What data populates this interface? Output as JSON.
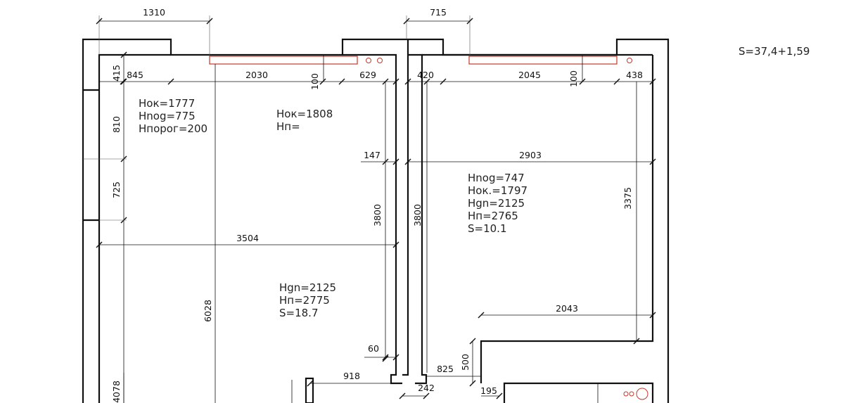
{
  "total_area": "S=37,4+1,59",
  "dims": {
    "top_1310": "1310",
    "top_715": "715",
    "d_845": "845",
    "d_2030": "2030",
    "d_629": "629",
    "d_420": "420",
    "d_2045": "2045",
    "d_438": "438",
    "d_415": "415",
    "d_100a": "100",
    "d_100b": "100",
    "d_810": "810",
    "d_725": "725",
    "d_147": "147",
    "d_2903": "2903",
    "d_3800a": "3800",
    "d_3800b": "3800",
    "d_3375": "3375",
    "d_3504": "3504",
    "d_6028": "6028",
    "d_2043": "2043",
    "d_60": "60",
    "d_500": "500",
    "d_918": "918",
    "d_825": "825",
    "d_242": "242",
    "d_195": "195",
    "d_4078": "4078"
  },
  "notes": {
    "left_top": [
      "Нок=1777",
      "Нnog=775",
      "Нпорог=200"
    ],
    "mid_top": [
      "Нок=1808",
      "Нп="
    ],
    "right_room": [
      "Нnog=747",
      "Нок.=1797",
      "Нgn=2125",
      "Нп=2765",
      "S=10.1"
    ],
    "left_room": [
      "Нgn=2125",
      "Нп=2775",
      "S=18.7"
    ]
  }
}
